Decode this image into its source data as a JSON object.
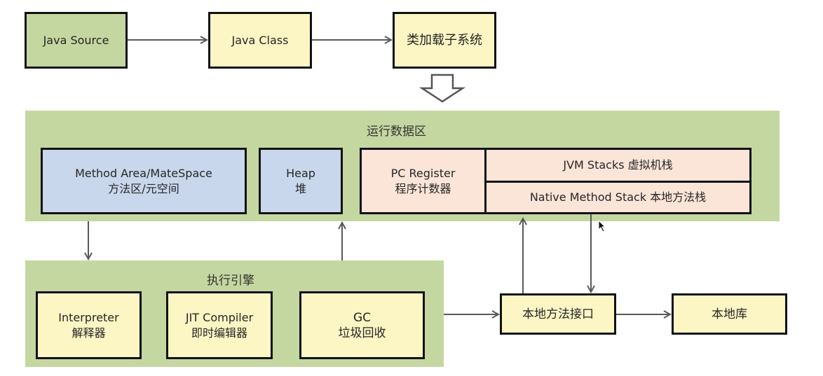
{
  "diagram": {
    "top_row": {
      "java_source": "Java Source",
      "java_class": "Java Class",
      "class_loader": "类加载子系统"
    },
    "runtime_data_area": {
      "title": "运行数据区",
      "method_area": {
        "line1": "Method Area/MateSpace",
        "line2": "方法区/元空间"
      },
      "heap": {
        "line1": "Heap",
        "line2": "堆"
      },
      "pc_register": {
        "line1": "PC Register",
        "line2": "程序计数器"
      },
      "jvm_stacks": "JVM Stacks 虚拟机栈",
      "native_method_stack": "Native Method Stack 本地方法栈"
    },
    "execution_engine": {
      "title": "执行引擎",
      "interpreter": {
        "line1": "Interpreter",
        "line2": "解释器"
      },
      "jit_compiler": {
        "line1": "JIT Compiler",
        "line2": "即时编辑器"
      },
      "gc": {
        "line1": "GC",
        "line2": "垃圾回收"
      }
    },
    "native_interface": "本地方法接口",
    "native_library": "本地库"
  },
  "colors": {
    "panel_green": "#c5d7a0",
    "box_yellow": "#fcf5c4",
    "box_blue": "#c9d7ec",
    "box_pink": "#fbe4d8",
    "arrow_gray": "#595959"
  }
}
